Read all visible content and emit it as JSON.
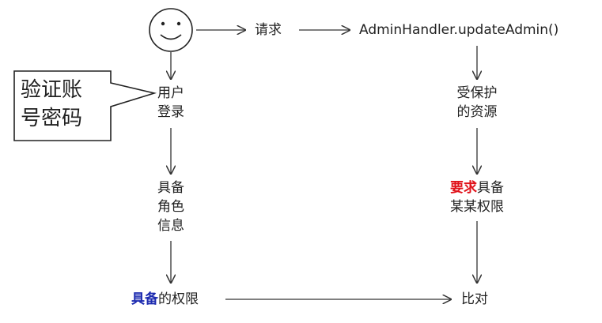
{
  "user": {
    "icon": "smiley-face-icon"
  },
  "request_label": "请求",
  "handler_label": "AdminHandler.updateAdmin()",
  "callout": {
    "line1": "验证账",
    "line2": "号密码"
  },
  "login": {
    "line1": "用户",
    "line2": "登录"
  },
  "protected": {
    "line1": "受保护",
    "line2": "的资源"
  },
  "has_role": {
    "line1": "具备",
    "line2": "角色",
    "line3": "信息"
  },
  "requires": {
    "emph": "要求",
    "rest": "具备",
    "line2": "某某权限"
  },
  "possessed": {
    "emph": "具备",
    "rest": "的权限"
  },
  "compare_label": "比对",
  "colors": {
    "emphasis_red": "#e0121a",
    "emphasis_blue": "#1d2bb0",
    "stroke": "#333333"
  }
}
